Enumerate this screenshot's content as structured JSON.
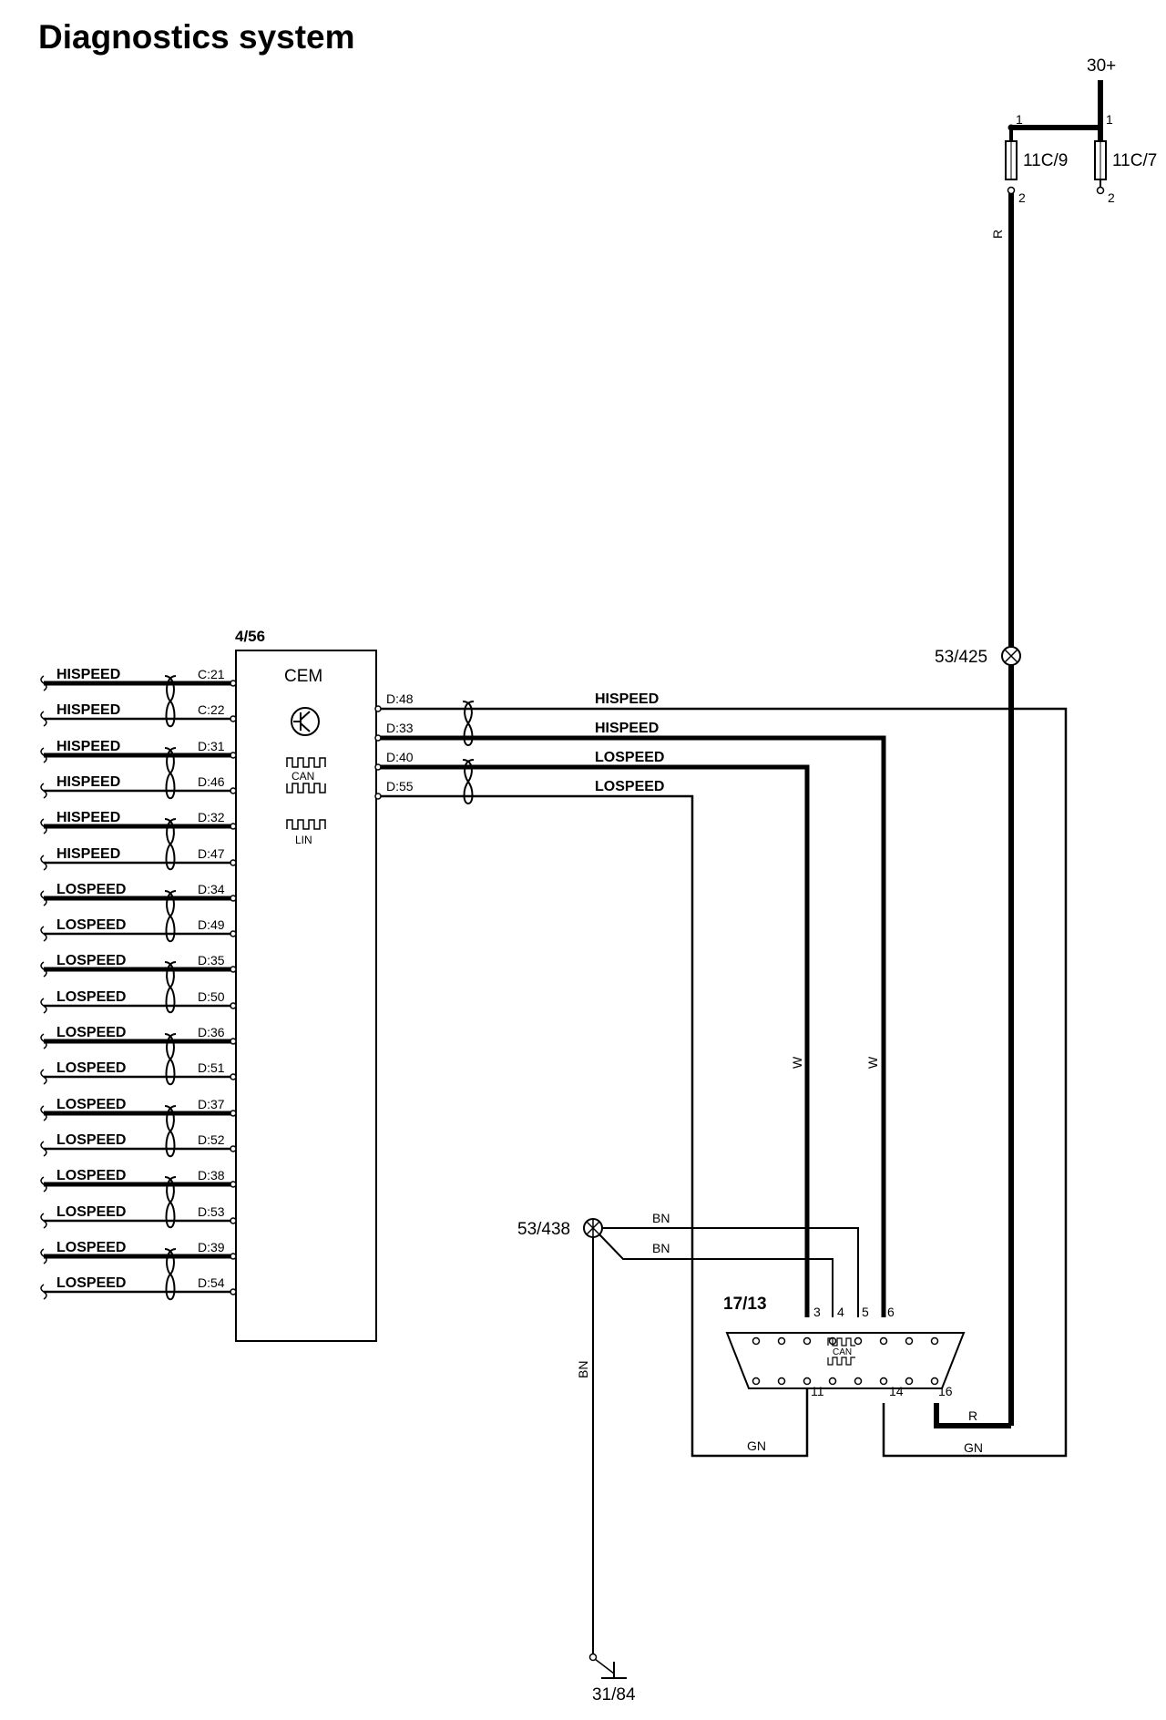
{
  "title": "Diagnostics system",
  "power": {
    "supply": "30+",
    "fuses": [
      {
        "id": "11C/9",
        "pin_top": "1",
        "pin_bottom": "2"
      },
      {
        "id": "11C/7",
        "pin_top": "1",
        "pin_bottom": "2"
      }
    ],
    "wire_color": "R"
  },
  "cem": {
    "ref": "4/56",
    "name": "CEM",
    "can_label": "CAN",
    "lin_label": "LIN",
    "left_connections": [
      {
        "label": "HISPEED",
        "pin": "C:21"
      },
      {
        "label": "HISPEED",
        "pin": "C:22"
      },
      {
        "label": "HISPEED",
        "pin": "D:31"
      },
      {
        "label": "HISPEED",
        "pin": "D:46"
      },
      {
        "label": "HISPEED",
        "pin": "D:32"
      },
      {
        "label": "HISPEED",
        "pin": "D:47"
      },
      {
        "label": "LOSPEED",
        "pin": "D:34"
      },
      {
        "label": "LOSPEED",
        "pin": "D:49"
      },
      {
        "label": "LOSPEED",
        "pin": "D:35"
      },
      {
        "label": "LOSPEED",
        "pin": "D:50"
      },
      {
        "label": "LOSPEED",
        "pin": "D:36"
      },
      {
        "label": "LOSPEED",
        "pin": "D:51"
      },
      {
        "label": "LOSPEED",
        "pin": "D:37"
      },
      {
        "label": "LOSPEED",
        "pin": "D:52"
      },
      {
        "label": "LOSPEED",
        "pin": "D:38"
      },
      {
        "label": "LOSPEED",
        "pin": "D:53"
      },
      {
        "label": "LOSPEED",
        "pin": "D:39"
      },
      {
        "label": "LOSPEED",
        "pin": "D:54"
      }
    ],
    "right_connections": [
      {
        "pin": "D:48",
        "label": "HISPEED"
      },
      {
        "pin": "D:33",
        "label": "HISPEED"
      },
      {
        "pin": "D:40",
        "label": "LOSPEED"
      },
      {
        "pin": "D:55",
        "label": "LOSPEED"
      }
    ]
  },
  "splices": {
    "power": "53/425",
    "ground": "53/438"
  },
  "ground_point": "31/84",
  "connector": {
    "ref": "17/13",
    "can_label": "CAN",
    "top_pins": [
      "3",
      "4",
      "5",
      "6"
    ],
    "bottom_pins": [
      "11",
      "14",
      "16"
    ]
  },
  "wire_colors": {
    "white": "W",
    "brown": "BN",
    "green": "GN",
    "red": "R"
  }
}
